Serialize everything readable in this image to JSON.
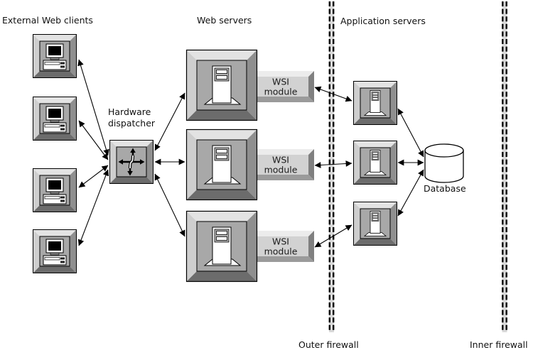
{
  "labels": {
    "external_web_clients": "External Web clients",
    "web_servers": "Web servers",
    "application_servers": "Application servers",
    "hardware_dispatcher_line1": "Hardware",
    "hardware_dispatcher_line2": "dispatcher",
    "database": "Database",
    "outer_firewall": "Outer firewall",
    "inner_firewall": "Inner firewall"
  },
  "wsi_modules": [
    {
      "line1": "WSI",
      "line2": "module"
    },
    {
      "line1": "WSI",
      "line2": "module"
    },
    {
      "line1": "WSI",
      "line2": "module"
    }
  ],
  "nodes": {
    "external_web_clients": {
      "count": 4
    },
    "hardware_dispatcher": {
      "count": 1
    },
    "web_servers": {
      "count": 3
    },
    "wsi_modules": {
      "count": 3
    },
    "application_servers": {
      "count": 3
    },
    "database": {
      "count": 1
    },
    "firewalls": [
      "Outer firewall",
      "Inner firewall"
    ]
  },
  "topology": {
    "connections": [
      {
        "from": "external-web-client-1",
        "to": "hardware-dispatcher",
        "bidirectional": true
      },
      {
        "from": "external-web-client-2",
        "to": "hardware-dispatcher",
        "bidirectional": true
      },
      {
        "from": "external-web-client-3",
        "to": "hardware-dispatcher",
        "bidirectional": true
      },
      {
        "from": "external-web-client-4",
        "to": "hardware-dispatcher",
        "bidirectional": true
      },
      {
        "from": "hardware-dispatcher",
        "to": "web-server-1",
        "bidirectional": true
      },
      {
        "from": "hardware-dispatcher",
        "to": "web-server-2",
        "bidirectional": true
      },
      {
        "from": "hardware-dispatcher",
        "to": "web-server-3",
        "bidirectional": true
      },
      {
        "from": "wsi-module-1",
        "to": "application-server-1",
        "bidirectional": true,
        "crosses": "outer-firewall"
      },
      {
        "from": "wsi-module-2",
        "to": "application-server-2",
        "bidirectional": true,
        "crosses": "outer-firewall"
      },
      {
        "from": "wsi-module-3",
        "to": "application-server-3",
        "bidirectional": true,
        "crosses": "outer-firewall"
      },
      {
        "from": "application-server-1",
        "to": "database",
        "bidirectional": true
      },
      {
        "from": "application-server-2",
        "to": "database",
        "bidirectional": true
      },
      {
        "from": "application-server-3",
        "to": "database",
        "bidirectional": true
      }
    ]
  },
  "colors": {
    "background": "#ffffff",
    "icon_bevel_top": "#e3e3e3",
    "icon_bevel_left": "#cecece",
    "icon_bevel_right": "#8f8f8f",
    "icon_bevel_bottom": "#6c6c6c",
    "icon_panel": "#a8a8a8",
    "plaque_face": "#d2d2d2",
    "plaque_light": "#ececec",
    "plaque_shadow": "#9b9b9b",
    "plaque_side": "#808080",
    "firewall_band": "#d9d9d9",
    "line": "#000000",
    "text": "#111111"
  }
}
